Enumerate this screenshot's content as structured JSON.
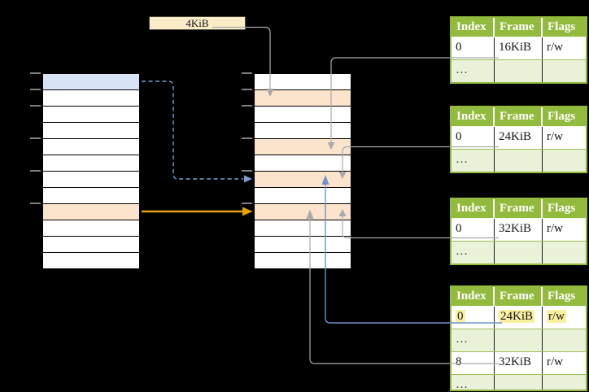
{
  "colors": {
    "background": "#000000",
    "table_header_bg": "#92ba3c",
    "table_border": "#92ba3c",
    "table_row_alt_bg": "#e9f1d9",
    "row_separator": "#9dbf53",
    "memory_cell_white": "#ffffff",
    "memory_cell_blue": "#d8e4f6",
    "memory_cell_peach": "#fce4cc",
    "page_size_box_bg": "#fbecc8",
    "highlight_yellow": "#f9f0a0",
    "connector_gray": "#a9a9a9",
    "connector_blue": "#6d95c9",
    "connector_blue_dashed": "#7b9fd4",
    "connector_orange": "#e7a10b",
    "tick_gray": "#808080"
  },
  "page_size_box": {
    "label": "4KiB"
  },
  "memory_columns": {
    "left": {
      "rows": [
        "blue",
        "white",
        "white",
        "white",
        "white",
        "white",
        "white",
        "white",
        "peach",
        "white",
        "white",
        "white"
      ]
    },
    "middle": {
      "rows": [
        "white",
        "peach",
        "white",
        "white",
        "peach",
        "white",
        "peach",
        "white",
        "peach",
        "white",
        "white",
        "white"
      ]
    }
  },
  "frame_tables": [
    {
      "headers": [
        "Index",
        "Frame",
        "Flags"
      ],
      "rows": [
        {
          "cells": [
            "0",
            "16KiB",
            "r/w"
          ],
          "variant": "plain"
        },
        {
          "cells": [
            "…",
            "",
            ""
          ],
          "variant": "dots"
        }
      ]
    },
    {
      "headers": [
        "Index",
        "Frame",
        "Flags"
      ],
      "rows": [
        {
          "cells": [
            "0",
            "24KiB",
            "r/w"
          ],
          "variant": "plain"
        },
        {
          "cells": [
            "…",
            "",
            ""
          ],
          "variant": "dots"
        }
      ]
    },
    {
      "headers": [
        "Index",
        "Frame",
        "Flags"
      ],
      "rows": [
        {
          "cells": [
            "0",
            "32KiB",
            "r/w"
          ],
          "variant": "plain"
        },
        {
          "cells": [
            "…",
            "",
            ""
          ],
          "variant": "dots"
        }
      ]
    },
    {
      "headers": [
        "Index",
        "Frame",
        "Flags"
      ],
      "rows": [
        {
          "cells": [
            "0",
            "24KiB",
            "r/w"
          ],
          "variant": "plain",
          "highlighted": true
        },
        {
          "cells": [
            "…",
            "",
            ""
          ],
          "variant": "dots"
        },
        {
          "cells": [
            "8",
            "32KiB",
            "r/w"
          ],
          "variant": "plain"
        },
        {
          "cells": [
            "…",
            "",
            ""
          ],
          "variant": "dots"
        }
      ]
    }
  ],
  "connectors": [
    {
      "id": "page-size-to-frame",
      "from": "page-size-box",
      "to": "middle-column-row-2",
      "style": "solid",
      "color": "gray"
    },
    {
      "id": "table1-entry0-to-frame",
      "from": "table-1-row-0-16KiB",
      "to": "middle-column-row-5",
      "style": "solid",
      "color": "gray"
    },
    {
      "id": "table2-entry0-to-frame",
      "from": "table-2-row-0-24KiB",
      "to": "middle-column-row-7",
      "style": "solid",
      "color": "gray"
    },
    {
      "id": "table3-entry0-to-frame",
      "from": "table-3-row-0-32KiB",
      "to": "middle-column-row-9",
      "style": "solid",
      "color": "gray"
    },
    {
      "id": "table4-entry0-to-frame",
      "from": "table-4-row-0-24KiB",
      "to": "middle-column-row-7",
      "style": "solid",
      "color": "blue"
    },
    {
      "id": "table4-entry8-to-frame",
      "from": "table-4-row-8-32KiB",
      "to": "middle-column-row-9",
      "style": "solid",
      "color": "gray"
    },
    {
      "id": "virtual-page-lookup",
      "from": "left-column-row-1",
      "to": "middle-column-row-7",
      "style": "dashed",
      "color": "blue"
    },
    {
      "id": "virtual-page-mapping",
      "from": "left-column-row-9",
      "to": "middle-column-row-9",
      "style": "solid",
      "color": "orange"
    }
  ]
}
